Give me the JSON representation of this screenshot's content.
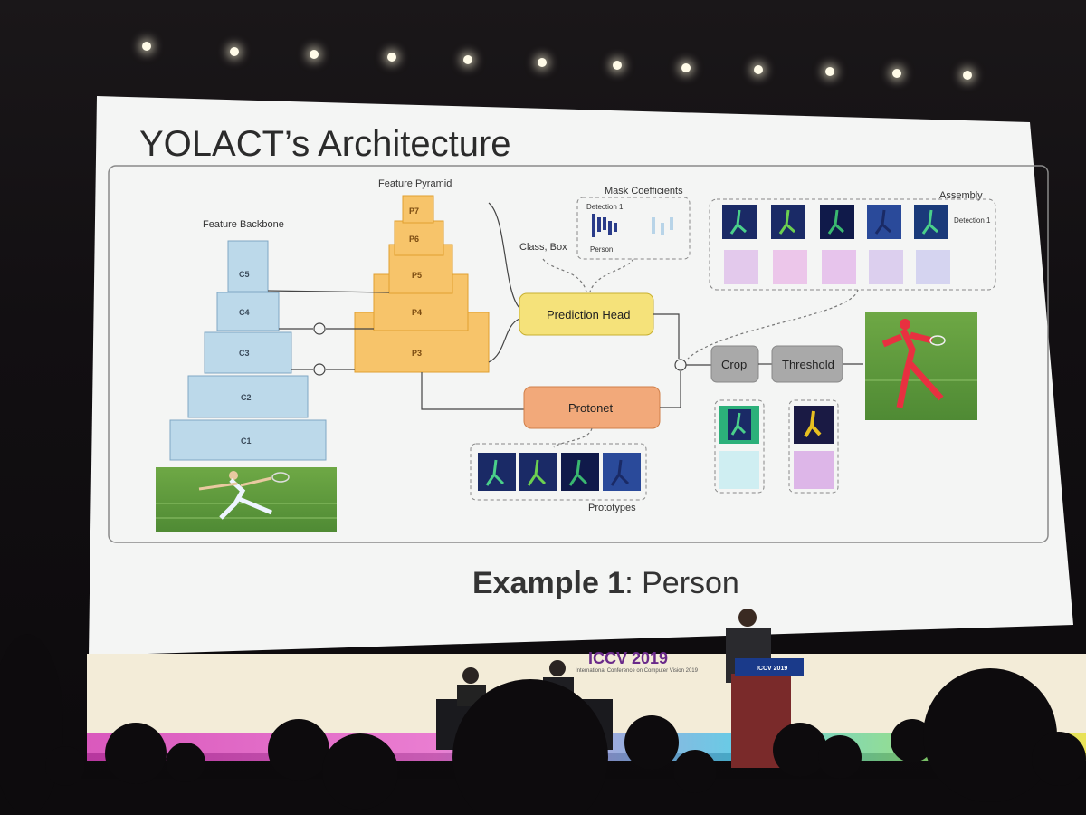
{
  "slide": {
    "title": "YOLACT’s Architecture",
    "labels": {
      "feature_backbone": "Feature Backbone",
      "feature_pyramid": "Feature Pyramid",
      "mask_coefficients": "Mask Coefficients",
      "assembly": "Assembly",
      "class_box": "Class, Box",
      "detection_1": "Detection 1",
      "person": "Person",
      "detection_1_right": "Detection\n1",
      "prototypes": "Prototypes"
    },
    "backbone_layers": [
      "C5",
      "C4",
      "C3",
      "C2",
      "C1"
    ],
    "pyramid_layers": [
      "P7",
      "P6",
      "P5",
      "P4",
      "P3"
    ],
    "boxes": {
      "prediction_head": "Prediction Head",
      "protonet": "Protonet",
      "crop": "Crop",
      "threshold": "Threshold"
    },
    "example": {
      "bold": "Example 1",
      "rest": ": Person"
    }
  },
  "stage": {
    "banner_title": "ICCV 2019",
    "banner_subtitle": "International Conference on Computer Vision 2019",
    "podium_label": "ICCV 2019"
  },
  "colors": {
    "backbone_fill": "#bcd9ea",
    "pyramid_fill": "#f7c46a",
    "prediction_head_fill": "#f5e27a",
    "protonet_fill": "#f2a97a",
    "gray_box_fill": "#a9a9a9",
    "screen_bg": "#f4f5f4",
    "prototype_bg": "#1a2a66"
  }
}
